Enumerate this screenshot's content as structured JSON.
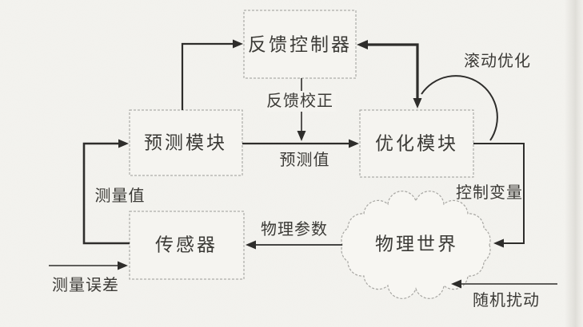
{
  "diagram": {
    "type": "control-system-block-diagram",
    "language": "zh-CN",
    "nodes": {
      "feedback_controller": {
        "label": "反馈控制器",
        "shape": "rect"
      },
      "prediction_module": {
        "label": "预测模块",
        "shape": "rect"
      },
      "optimization_module": {
        "label": "优化模块",
        "shape": "rect"
      },
      "sensor": {
        "label": "传感器",
        "shape": "rect"
      },
      "physical_world": {
        "label": "物理世界",
        "shape": "cloud"
      }
    },
    "edge_labels": {
      "feedback_correction": "反馈校正",
      "predicted_value": "预测值",
      "rolling_optimization": "滚动优化",
      "measured_value": "测量值",
      "control_variable": "控制变量",
      "physical_parameters": "物理参数",
      "measurement_error": "测量误差",
      "random_disturbance": "随机扰动"
    },
    "edges": [
      {
        "from": "prediction_module",
        "to": "feedback_controller",
        "label": ""
      },
      {
        "from": "feedback_controller",
        "to": "prediction_module-optimization_module-line",
        "label": "反馈校正"
      },
      {
        "from": "prediction_module",
        "to": "optimization_module",
        "label": "预测值"
      },
      {
        "from": "optimization_module",
        "to": "optimization_module",
        "label": "滚动优化"
      },
      {
        "from": "optimization_module",
        "to": "feedback_controller",
        "label": ""
      },
      {
        "from": "optimization_module",
        "to": "physical_world",
        "label": "控制变量"
      },
      {
        "from": "physical_world",
        "to": "sensor",
        "label": "物理参数"
      },
      {
        "from": "sensor",
        "to": "prediction_module",
        "label": "测量值"
      },
      {
        "from": "external",
        "to": "sensor",
        "label": "测量误差"
      },
      {
        "from": "external",
        "to": "physical_world",
        "label": "随机扰动"
      }
    ],
    "colors": {
      "paper": "#f4f3ef",
      "line": "#2e2d2b",
      "box_border": "#9c9c98",
      "text": "#3b3a36"
    }
  }
}
